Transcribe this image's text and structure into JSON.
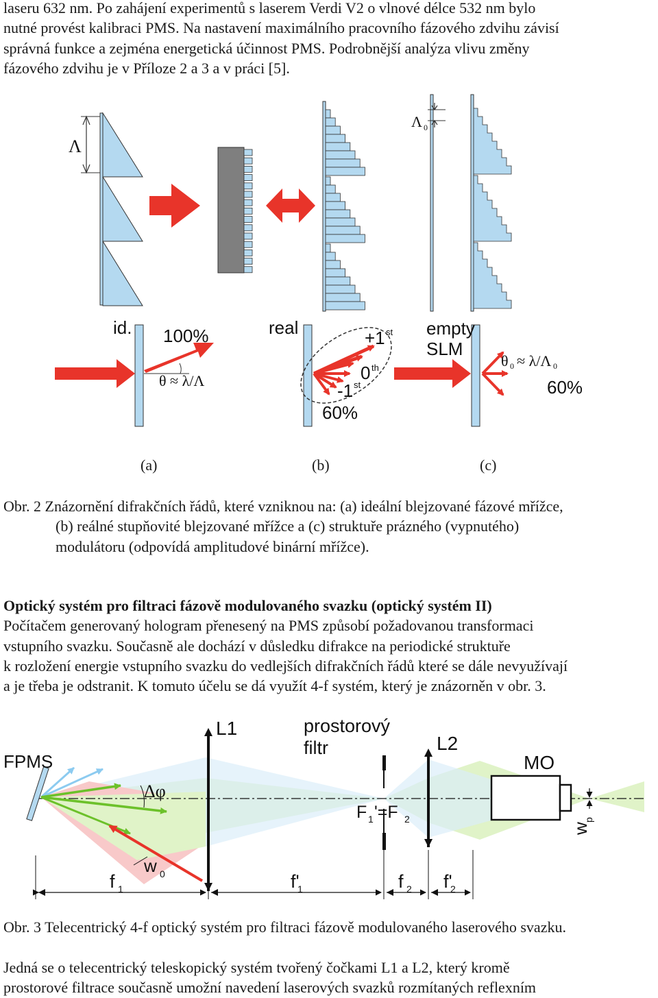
{
  "top_paragraph": {
    "lines": [
      "laseru 632 nm. Po zahájení experimentů s laserem Verdi V2 o vlnové délce 532 nm bylo",
      "nutné provést kalibraci PMS. Na nastavení maximálního pracovního fázového zdvihu závisí",
      "správná funkce a zejména energetická účinnost PMS. Podrobnější analýza vlivu změny",
      "fázového zdvihu je v Příloze 2 a 3 a v práci [5]."
    ]
  },
  "figure2": {
    "labels": {
      "lambda": "Λ",
      "lambda0": "Λ",
      "lambda0_sub": "0",
      "id": "id.",
      "pct_100": "100%",
      "theta_a": "θ ≈ λ/Λ",
      "real": "real",
      "plus1": "+1",
      "plus1_sup": "st",
      "zero": "0",
      "zero_sup": "th",
      "minus1": "-1",
      "minus1_sup": "st",
      "pct_60_b": "60%",
      "empty": "empty",
      "slm": "SLM",
      "theta_c": "θ",
      "theta_c_rest": "≈ λ/Λ",
      "theta_c_sub": "0",
      "theta_c_sub2": "0",
      "pct_60_c": "60%"
    },
    "sublabels": [
      "(a)",
      "(b)",
      "(c)"
    ],
    "caption_lines": [
      "Obr. 2  Znázornění difrakčních řádů, které vzniknou na: (a)  ideální blejzované fázové mřížce,",
      "(b) reálné stupňovité blejzované mřížce a (c) struktuře prázného (vypnutého)",
      "modulátoru (odpovídá amplitudové binární mřížce)."
    ]
  },
  "section": {
    "heading": "Optický systém pro filtraci fázově modulovaného svazku (optický systém II)",
    "lines": [
      "Počítačem generovaný hologram přenesený na PMS způsobí požadovanou transformaci",
      "vstupního svazku. Současně ale dochází v důsledku difrakce na periodické struktuře",
      "k rozložení energie vstupního svazku do vedlejších difrakčních řádů  které se dále nevyužívají",
      "a je třeba je odstranit. K tomuto účelu se dá využít 4-f systém, který je znázorněn v obr. 3."
    ]
  },
  "figure3": {
    "labels": {
      "fpms": "FPMS",
      "l1": "L1",
      "filter_1": "prostorový",
      "filter_2": "filtr",
      "l2": "L2",
      "mo": "MO",
      "dphi": "Δφ",
      "focus_f": "F",
      "focus_sub1": "1",
      "focus_eq": "'=F",
      "focus_sub2": "2",
      "w0": "w",
      "w0_sub": "0",
      "wp": "w",
      "wp_sub": "p",
      "f1": "f",
      "f1_sub": "1",
      "f1p": "f'",
      "f1p_sub": "1",
      "f2": "f",
      "f2_sub": "2",
      "f2p": "f'",
      "f2p_sub": "2"
    },
    "caption": "Obr. 3  Telecentrický 4-f optický systém pro filtraci fázově modulovaného laserového svazku."
  },
  "bottom_paragraph": {
    "lines": [
      "Jedná se o telecentrický teleskopický systém tvořený čočkami L1 a L2, který kromě",
      "prostorové filtrace současně umožní navedení laserových svazků rozmítaných reflexním"
    ]
  },
  "colors": {
    "light_blue": "#b4d9f0",
    "red": "#e8342a",
    "gray": "#7f7f7f",
    "green": "#7dd13a",
    "light_green": "#d6efb6",
    "light_red": "#f6b8b8"
  }
}
